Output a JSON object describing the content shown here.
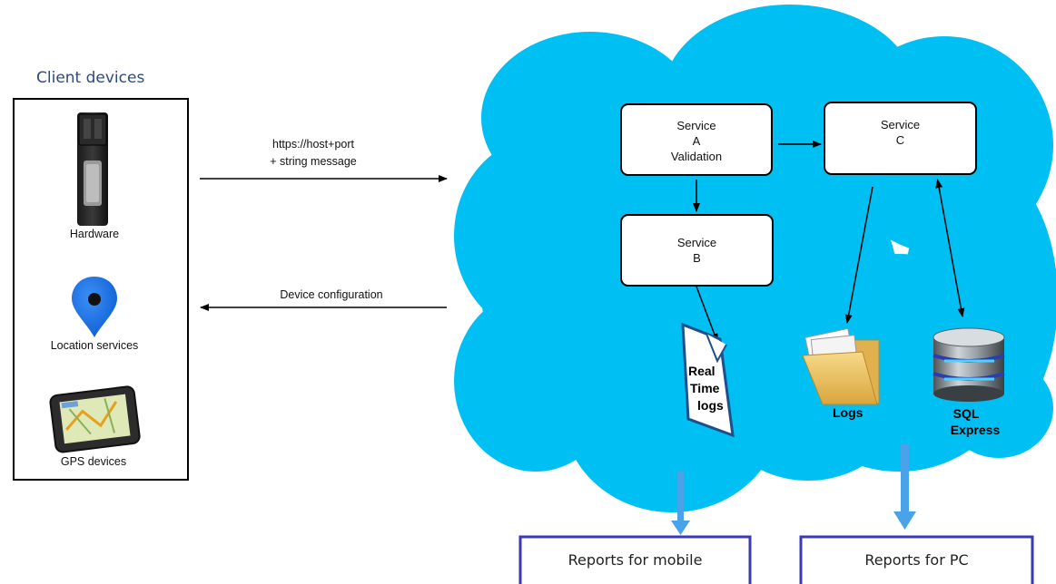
{
  "client": {
    "title": "Client devices",
    "hardware_label": "Hardware",
    "location_label": "Location services",
    "gps_label": "GPS devices"
  },
  "arrows": {
    "request_line1": "https://host+port",
    "request_line2": "+ string message",
    "response": "Device configuration"
  },
  "services": {
    "a": {
      "line1": "Service",
      "line2": "A",
      "line3": "Validation"
    },
    "b": {
      "line1": "Service",
      "line2": "B"
    },
    "c": {
      "line1": "Service",
      "line2": "C"
    }
  },
  "storage": {
    "realtime_line1": "Real",
    "realtime_line2": "Time",
    "realtime_line3": "logs",
    "logs": "Logs",
    "sql_line1": "SQL",
    "sql_line2": "Express"
  },
  "reports": {
    "mobile": "Reports for mobile",
    "pc": "Reports for PC"
  },
  "colors": {
    "cloud": "#00bff3",
    "report_border": "#3a3ab4",
    "report_arrow": "#4aa3e8",
    "title_blue": "#2f4b7c"
  }
}
